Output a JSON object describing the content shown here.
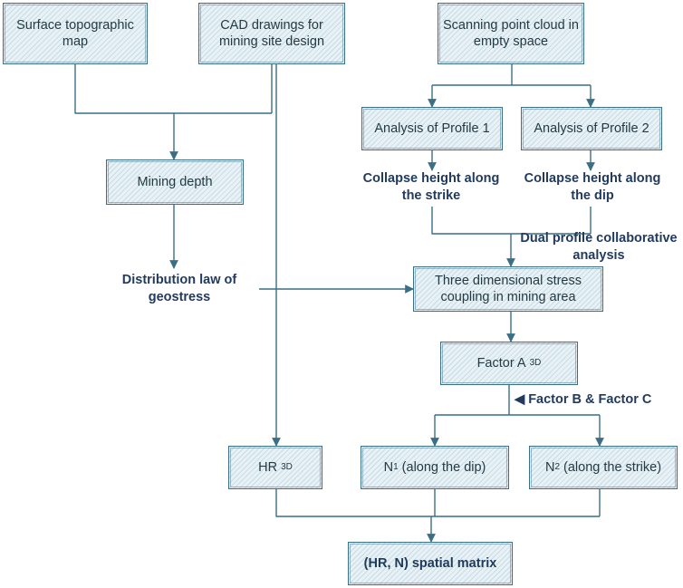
{
  "colors": {
    "stroke": "#3a6f86",
    "fill": "#e8f1f5",
    "bold_text": "#223a5e"
  },
  "nodes": {
    "surface_map": "Surface topographic map",
    "cad": "CAD drawings for mining site design",
    "point_cloud": "Scanning point cloud in empty space",
    "profile1": "Analysis of Profile 1",
    "profile2": "Analysis of Profile 2",
    "mining_depth": "Mining depth",
    "stress_coupling": "Three dimensional stress coupling in mining area",
    "factor_a": "Factor A",
    "factor_a_sub": "3D",
    "hr": "HR",
    "hr_sub": "3D",
    "n1_main": "N",
    "n1_sub": "1",
    "n1_rest": " (along the dip)",
    "n2_main": "N",
    "n2_sub": "2",
    "n2_rest": " (along the strike)",
    "matrix": "(HR, N) spatial matrix"
  },
  "labels": {
    "collapse_strike": "Collapse height along the strike",
    "collapse_dip": "Collapse height along the dip",
    "dual_profile": "Dual profile collaborative analysis",
    "geostress": "Distribution law of geostress",
    "factor_bc": "Factor B & Factor C"
  }
}
